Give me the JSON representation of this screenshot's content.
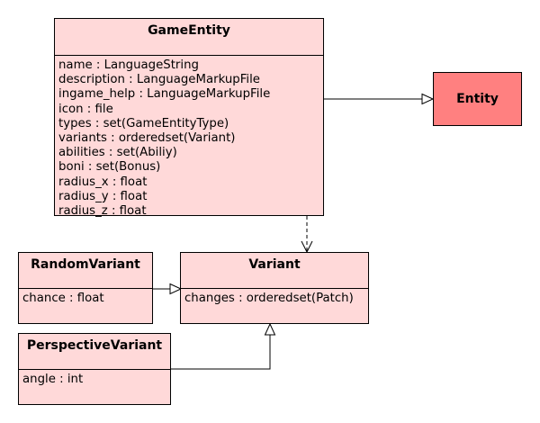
{
  "classes": {
    "game_entity": {
      "name": "GameEntity",
      "attributes": [
        "name : LanguageString",
        "description : LanguageMarkupFile",
        "ingame_help : LanguageMarkupFile",
        "icon : file",
        "types : set(GameEntityType)",
        "variants : orderedset(Variant)",
        "abilities : set(Abiliy)",
        "boni : set(Bonus)",
        "radius_x : float",
        "radius_y : float",
        "radius_z : float"
      ]
    },
    "entity": {
      "name": "Entity"
    },
    "random_variant": {
      "name": "RandomVariant",
      "attributes": [
        "chance : float"
      ]
    },
    "variant": {
      "name": "Variant",
      "attributes": [
        "changes : orderedset(Patch)"
      ]
    },
    "perspective_variant": {
      "name": "PerspectiveVariant",
      "attributes": [
        "angle : int"
      ]
    }
  },
  "relations": [
    {
      "from": "GameEntity",
      "to": "Entity",
      "kind": "generalization"
    },
    {
      "from": "GameEntity",
      "to": "Variant",
      "kind": "dependency"
    },
    {
      "from": "RandomVariant",
      "to": "Variant",
      "kind": "generalization"
    },
    {
      "from": "PerspectiveVariant",
      "to": "Variant",
      "kind": "generalization"
    }
  ],
  "colors": {
    "class_fill": "#ffd9d9",
    "highlight_fill": "#ff8080",
    "line": "#000000"
  }
}
